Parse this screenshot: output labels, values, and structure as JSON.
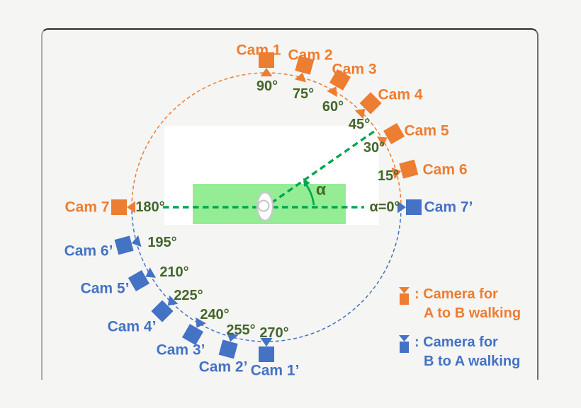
{
  "diagram": {
    "description": "Camera placement circle for gait capture with view-angle labels",
    "alpha_label": "α",
    "colors": {
      "orange": "#ed7d31",
      "blue": "#4472c4",
      "green": "#00a651",
      "dark_green": "#44662a",
      "light_green": "#94ec94",
      "bg": "#f5f5f4"
    },
    "cameras": [
      {
        "id": "cam-1",
        "label": "Cam 1",
        "angle_label": "90°",
        "angle_deg": 90,
        "color": "orange",
        "direction": "A to B"
      },
      {
        "id": "cam-2",
        "label": "Cam 2",
        "angle_label": "75°",
        "angle_deg": 75,
        "color": "orange",
        "direction": "A to B"
      },
      {
        "id": "cam-3",
        "label": "Cam 3",
        "angle_label": "60°",
        "angle_deg": 60,
        "color": "orange",
        "direction": "A to B"
      },
      {
        "id": "cam-4",
        "label": "Cam 4",
        "angle_label": "45°",
        "angle_deg": 45,
        "color": "orange",
        "direction": "A to B"
      },
      {
        "id": "cam-5",
        "label": "Cam 5",
        "angle_label": "30°",
        "angle_deg": 30,
        "color": "orange",
        "direction": "A to B"
      },
      {
        "id": "cam-6",
        "label": "Cam 6",
        "angle_label": "15°",
        "angle_deg": 15,
        "color": "orange",
        "direction": "A to B"
      },
      {
        "id": "cam-7",
        "label": "Cam 7",
        "angle_label": "180°",
        "angle_deg": 180,
        "color": "orange",
        "direction": "A to B"
      },
      {
        "id": "cam-7p",
        "label": "Cam 7’",
        "angle_label": "α=0°",
        "angle_deg": 0,
        "color": "blue",
        "direction": "B to A"
      },
      {
        "id": "cam-6p",
        "label": "Cam 6’",
        "angle_label": "195°",
        "angle_deg": 195,
        "color": "blue",
        "direction": "B to A"
      },
      {
        "id": "cam-5p",
        "label": "Cam 5’",
        "angle_label": "210°",
        "angle_deg": 210,
        "color": "blue",
        "direction": "B to A"
      },
      {
        "id": "cam-4p",
        "label": "Cam 4’",
        "angle_label": "225°",
        "angle_deg": 225,
        "color": "blue",
        "direction": "B to A"
      },
      {
        "id": "cam-3p",
        "label": "Cam 3’",
        "angle_label": "240°",
        "angle_deg": 240,
        "color": "blue",
        "direction": "B to A"
      },
      {
        "id": "cam-2p",
        "label": "Cam 2’",
        "angle_label": "255°",
        "angle_deg": 255,
        "color": "blue",
        "direction": "B to A"
      },
      {
        "id": "cam-1p",
        "label": "Cam 1’",
        "angle_label": "270°",
        "angle_deg": 270,
        "color": "blue",
        "direction": "B to A"
      }
    ],
    "legend": [
      {
        "line1": ": Camera for",
        "line2": "A to B walking",
        "color": "orange"
      },
      {
        "line1": ": Camera for",
        "line2": "B to A walking",
        "color": "blue"
      }
    ]
  }
}
